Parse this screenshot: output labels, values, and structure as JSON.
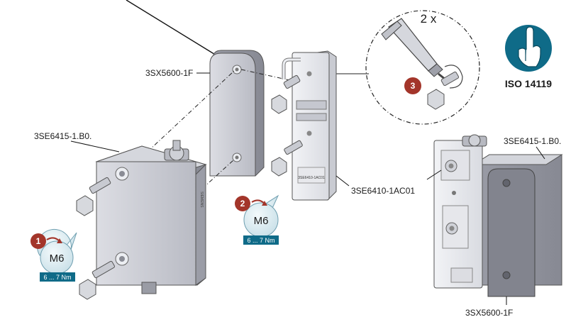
{
  "labels": {
    "cover_top": "3SX5600-1F",
    "switch_left": "3SE6415-1.B0.",
    "bracket": "3SE6410-1AC01",
    "switch_right": "3SE6415-1.B0.",
    "cover_bottom": "3SX5600-1F",
    "bracket_imprint": "3SE6410-1AC01"
  },
  "iso_badge": {
    "standard": "ISO 14119",
    "icon": "raised-finger-hand-icon",
    "color": "#0f6b88"
  },
  "detail_callout": {
    "multiplier": "2 x",
    "step": "3",
    "icon": "glue-tube-icon"
  },
  "torque_steps": [
    {
      "step": "1",
      "thread": "M6",
      "torque": "6 ... 7 Nm"
    },
    {
      "step": "2",
      "thread": "M6",
      "torque": "6 ... 7 Nm"
    }
  ],
  "colors": {
    "step_marker": "#a3352a",
    "torque_band": "#0f6b88",
    "bubble": "#dcecf1"
  }
}
